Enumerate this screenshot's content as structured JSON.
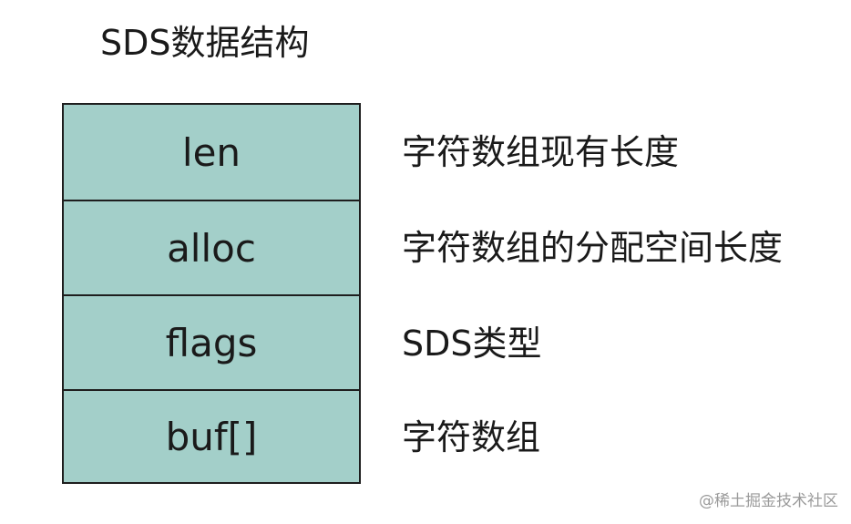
{
  "title": "SDS数据结构",
  "fields": [
    {
      "name": "len",
      "description": "字符数组现有长度"
    },
    {
      "name": "alloc",
      "description": "字符数组的分配空间长度"
    },
    {
      "name": "flags",
      "description": "SDS类型"
    },
    {
      "name": "buf[]",
      "description": "字符数组"
    }
  ],
  "watermark": "@稀土掘金技术社区",
  "colors": {
    "box_fill": "#a3cfc9",
    "border": "#1e1e1e",
    "text": "#1a1a1a",
    "watermark": "#9a9a9a"
  }
}
